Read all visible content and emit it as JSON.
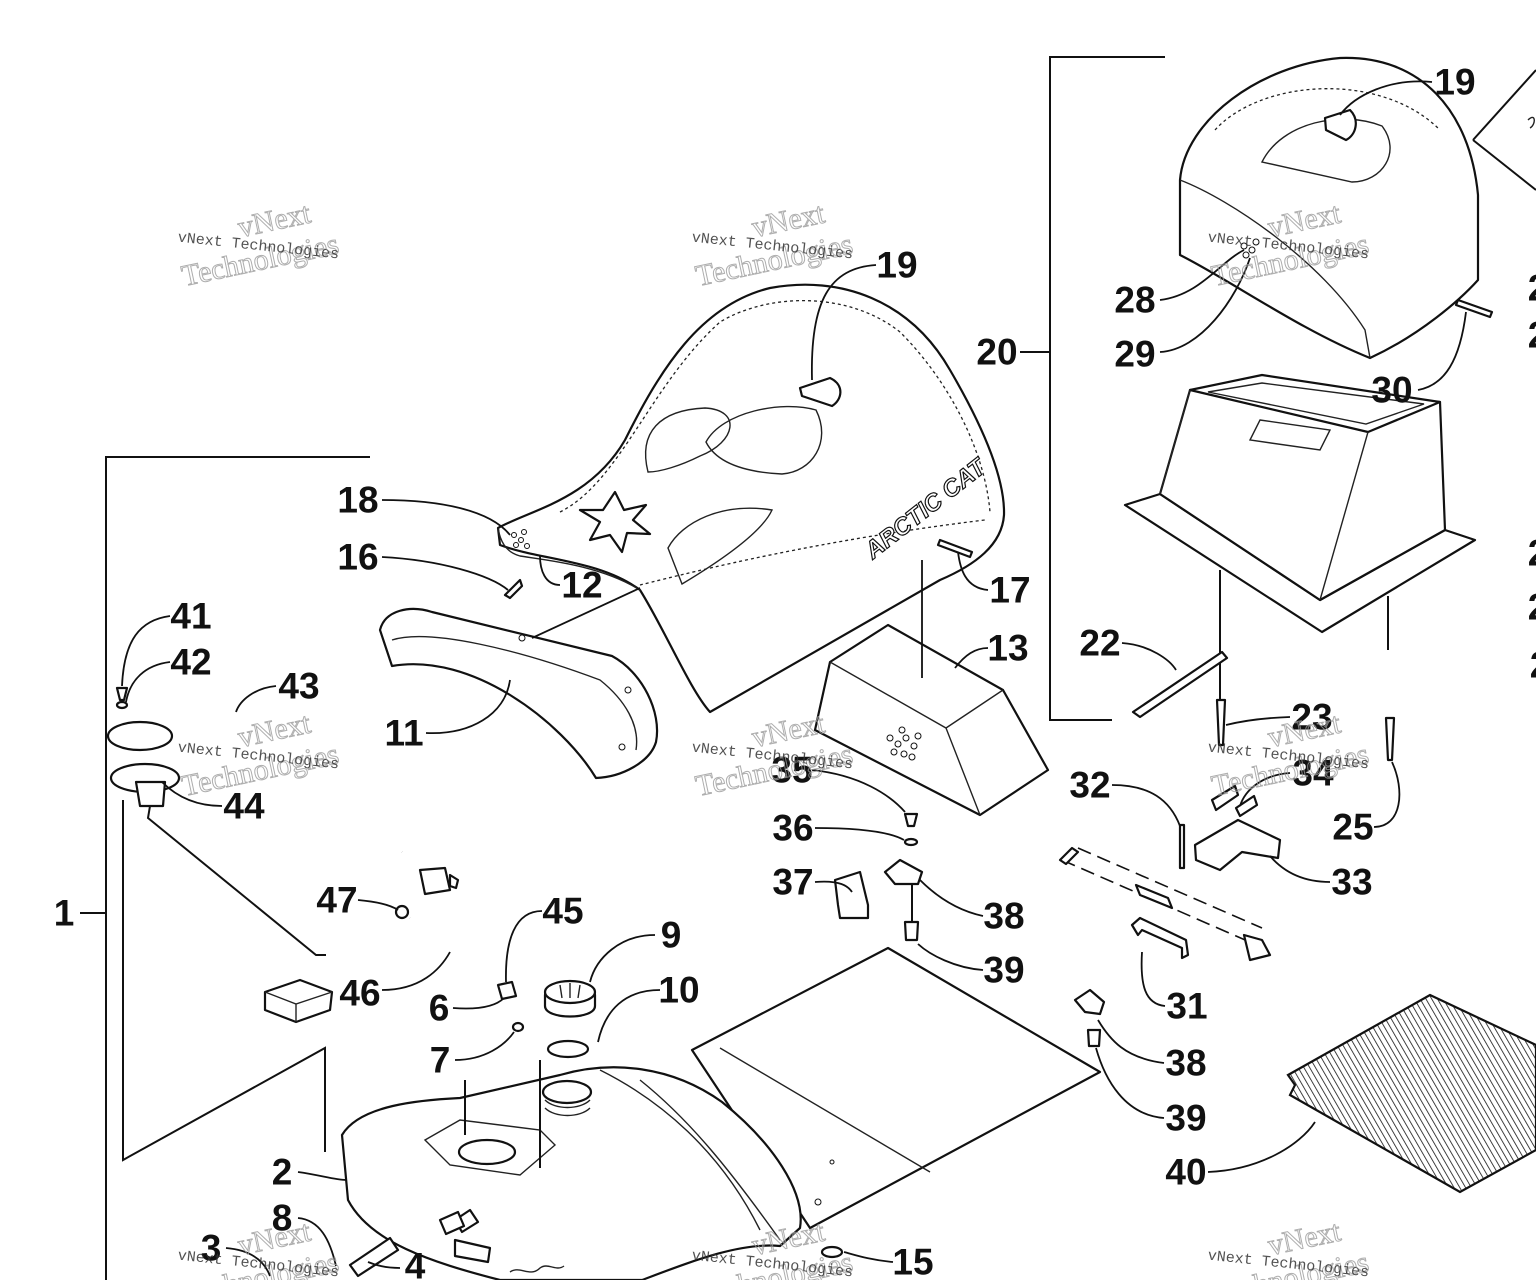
{
  "diagram": {
    "callouts": [
      "19",
      "19",
      "20",
      "28",
      "29",
      "30",
      "18",
      "16",
      "12",
      "17",
      "13",
      "41",
      "42",
      "43",
      "44",
      "11",
      "22",
      "23",
      "35",
      "34",
      "32",
      "36",
      "25",
      "37",
      "33",
      "1",
      "47",
      "45",
      "38",
      "9",
      "39",
      "46",
      "10",
      "6",
      "31",
      "7",
      "38",
      "39",
      "40",
      "2",
      "8",
      "3",
      "4",
      "15",
      "2",
      "2",
      "2",
      "2",
      "2"
    ],
    "seat_brand": "ARCTIC CAT",
    "watermark": {
      "small": "vNext Technologies",
      "line1": "vNext",
      "line2": "Technologies"
    }
  }
}
